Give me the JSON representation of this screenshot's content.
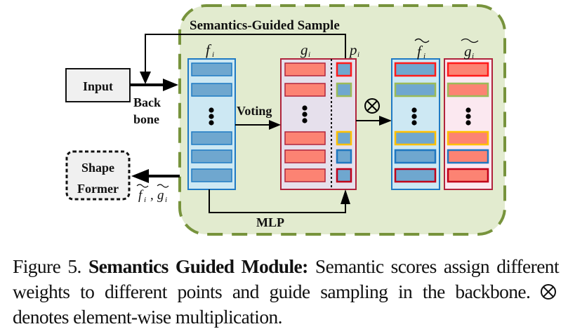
{
  "diagram": {
    "region_title": "Semantics-Guided Sample",
    "input_label": "Input",
    "backbone_label_line1": "Back",
    "backbone_label_line2": "bone",
    "shapeformer_line1": "Shape",
    "shapeformer_line2": "Former",
    "output_label_f": "f",
    "output_label_g": "g",
    "output_label_sub": "i",
    "output_label_sep": ",",
    "voting_label": "Voting",
    "mlp_label": "MLP",
    "otimes_symbol": "⊗",
    "columns": {
      "f": {
        "symbol": "f",
        "sub": "i",
        "tilde": false
      },
      "g": {
        "symbol": "g",
        "sub": "i",
        "tilde": false
      },
      "p": {
        "symbol": "p",
        "sub": "i",
        "tilde": false
      },
      "f_tilde": {
        "symbol": "f",
        "sub": "i",
        "tilde": true
      },
      "g_tilde": {
        "symbol": "g",
        "sub": "i",
        "tilde": true
      }
    },
    "score_outline_colors": [
      "#ff1a1a",
      "#9bbb59",
      "#ffc000",
      "#1f77c0",
      "#c0001a"
    ],
    "colors": {
      "region_fill": "#e2ebcf",
      "region_border": "#77933c",
      "f_fill": "#cde8f3",
      "f_border": "#1f7ac4",
      "feature_bar": "#6fa7cf",
      "g_fill": "#e6e0ec",
      "g_border": "#b0243c",
      "g_bar": "#fc8373",
      "g_tilde_fill": "#fbe8f0",
      "box_fill": "#f0f0f0"
    }
  },
  "caption": {
    "prefix": "Figure 5. ",
    "title": "Semantics Guided Module:",
    "text_part1": " Semantic scores assign different weights to different points and guide sampling in the backbone. ",
    "text_part2": " denotes element-wise multiplication."
  }
}
